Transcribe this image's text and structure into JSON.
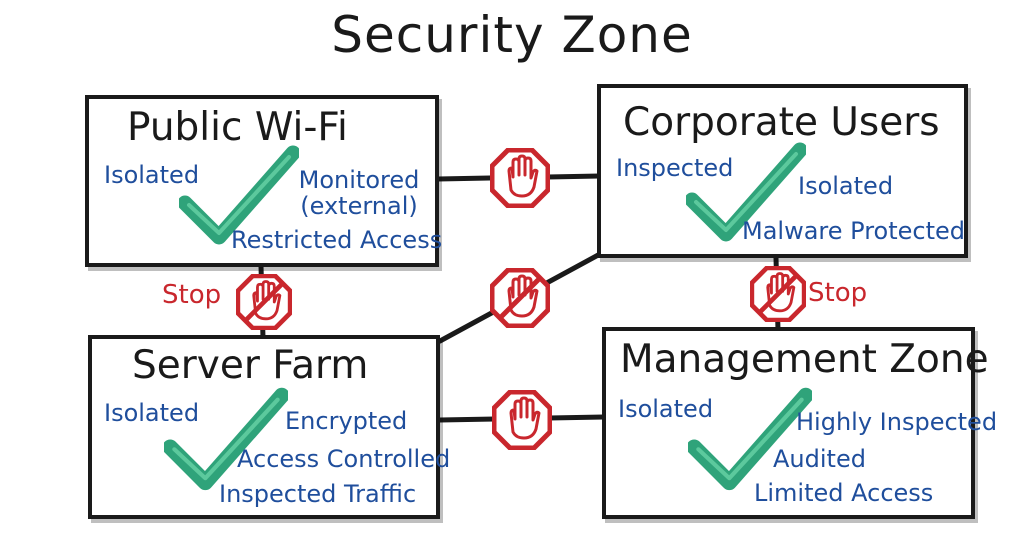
{
  "title": "Security Zone",
  "zones": {
    "public_wifi": {
      "name": "Public Wi-Fi",
      "properties": [
        "Isolated",
        "Monitored",
        "(external)",
        "Restricted Access"
      ]
    },
    "corporate_users": {
      "name": "Corporate Users",
      "properties": [
        "Inspected",
        "Isolated",
        "Malware Protected"
      ]
    },
    "server_farm": {
      "name": "Server Farm",
      "properties": [
        "Isolated",
        "Encrypted",
        "Access Controlled",
        "Inspected Traffic"
      ]
    },
    "management_zone": {
      "name": "Management Zone",
      "properties": [
        "Isolated",
        "Highly Inspected",
        "Audited",
        "Limited Access"
      ]
    }
  },
  "connections": [
    {
      "from": "Public Wi-Fi",
      "to": "Corporate Users",
      "sign": "hand-stop",
      "label": ""
    },
    {
      "from": "Public Wi-Fi",
      "to": "Server Farm",
      "sign": "prohibited-hand",
      "label": "Stop"
    },
    {
      "from": "Corporate Users",
      "to": "Server Farm",
      "sign": "prohibited-hand",
      "label": ""
    },
    {
      "from": "Corporate Users",
      "to": "Management Zone",
      "sign": "prohibited-hand",
      "label": "Stop"
    },
    {
      "from": "Server Farm",
      "to": "Management Zone",
      "sign": "hand-stop",
      "label": ""
    }
  ],
  "icons": {
    "status": "check-mark-icon",
    "blocked": "hand-stop-icon",
    "prohibited": "prohibited-hand-icon"
  },
  "colors": {
    "check": "#2fa37a",
    "sign": "#c9272d",
    "property_text": "#1f4e9c",
    "line": "#1a1a1a"
  }
}
